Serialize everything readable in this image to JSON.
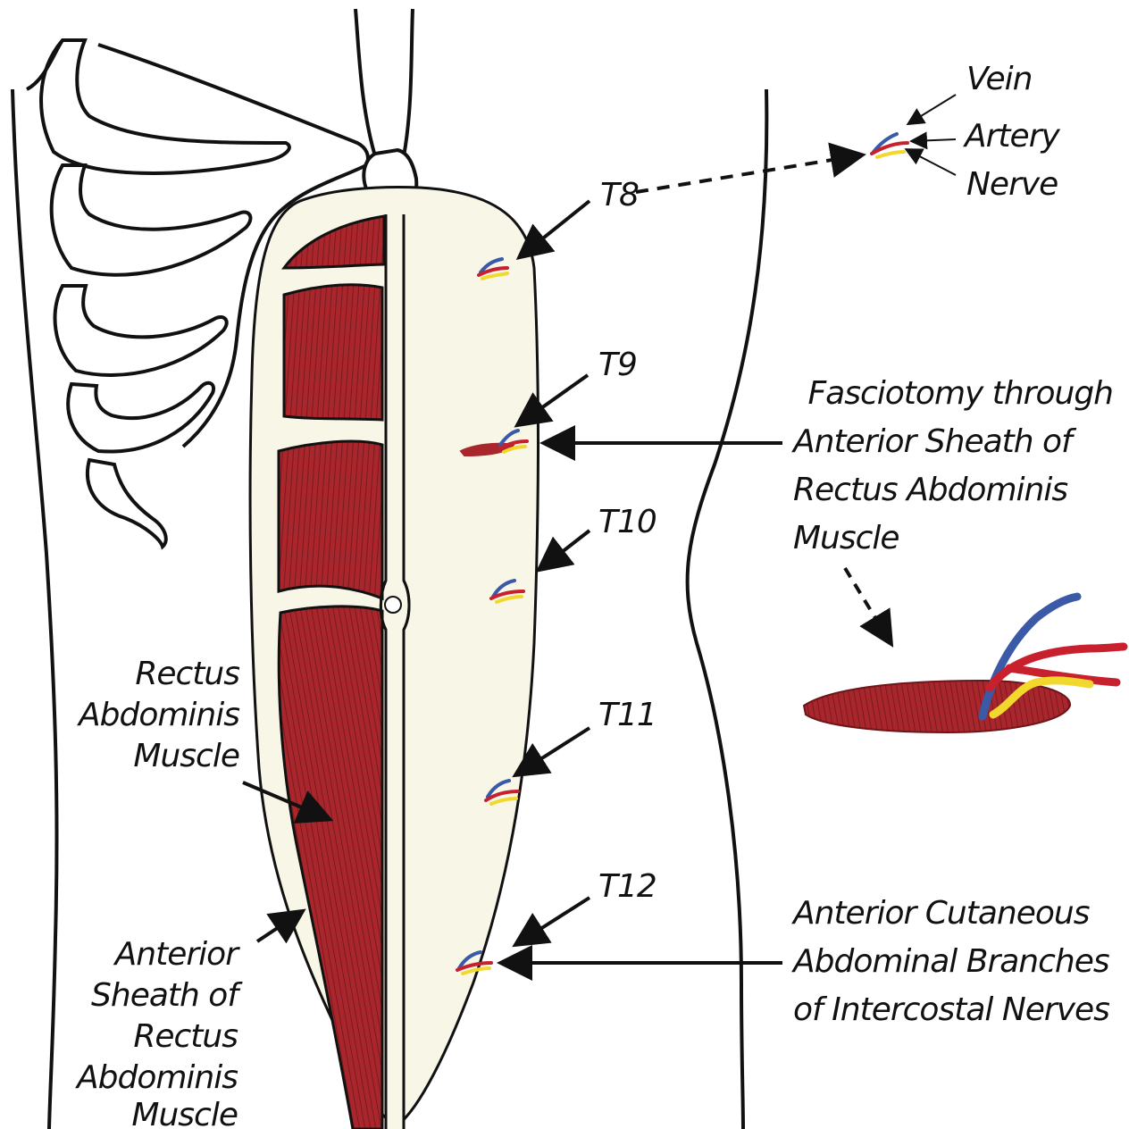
{
  "labels": {
    "vein": "Vein",
    "artery": "Artery",
    "nerve": "Nerve",
    "t8": "T8",
    "t9": "T9",
    "t10": "T10",
    "t11": "T11",
    "t12": "T12",
    "fasciotomy": [
      "Fasciotomy through",
      "Anterior Sheath of",
      "Rectus Abdominis",
      "Muscle"
    ],
    "rectus": [
      "Rectus",
      "Abdominis",
      "Muscle"
    ],
    "anterior_sheath": [
      "Anterior",
      "Sheath of",
      "Rectus",
      "Abdominis",
      "Muscle"
    ],
    "cutaneous": [
      "Anterior Cutaneous",
      "Abdominal Branches",
      "of Intercostal Nerves"
    ]
  },
  "colors": {
    "muscle": "#a8262c",
    "muscle_stripe": "#7a1a1f",
    "sheath": "#f8f6e6",
    "vein": "#3a5aa8",
    "artery": "#c8202c",
    "nerve": "#f2d82c",
    "outline": "#111111"
  }
}
